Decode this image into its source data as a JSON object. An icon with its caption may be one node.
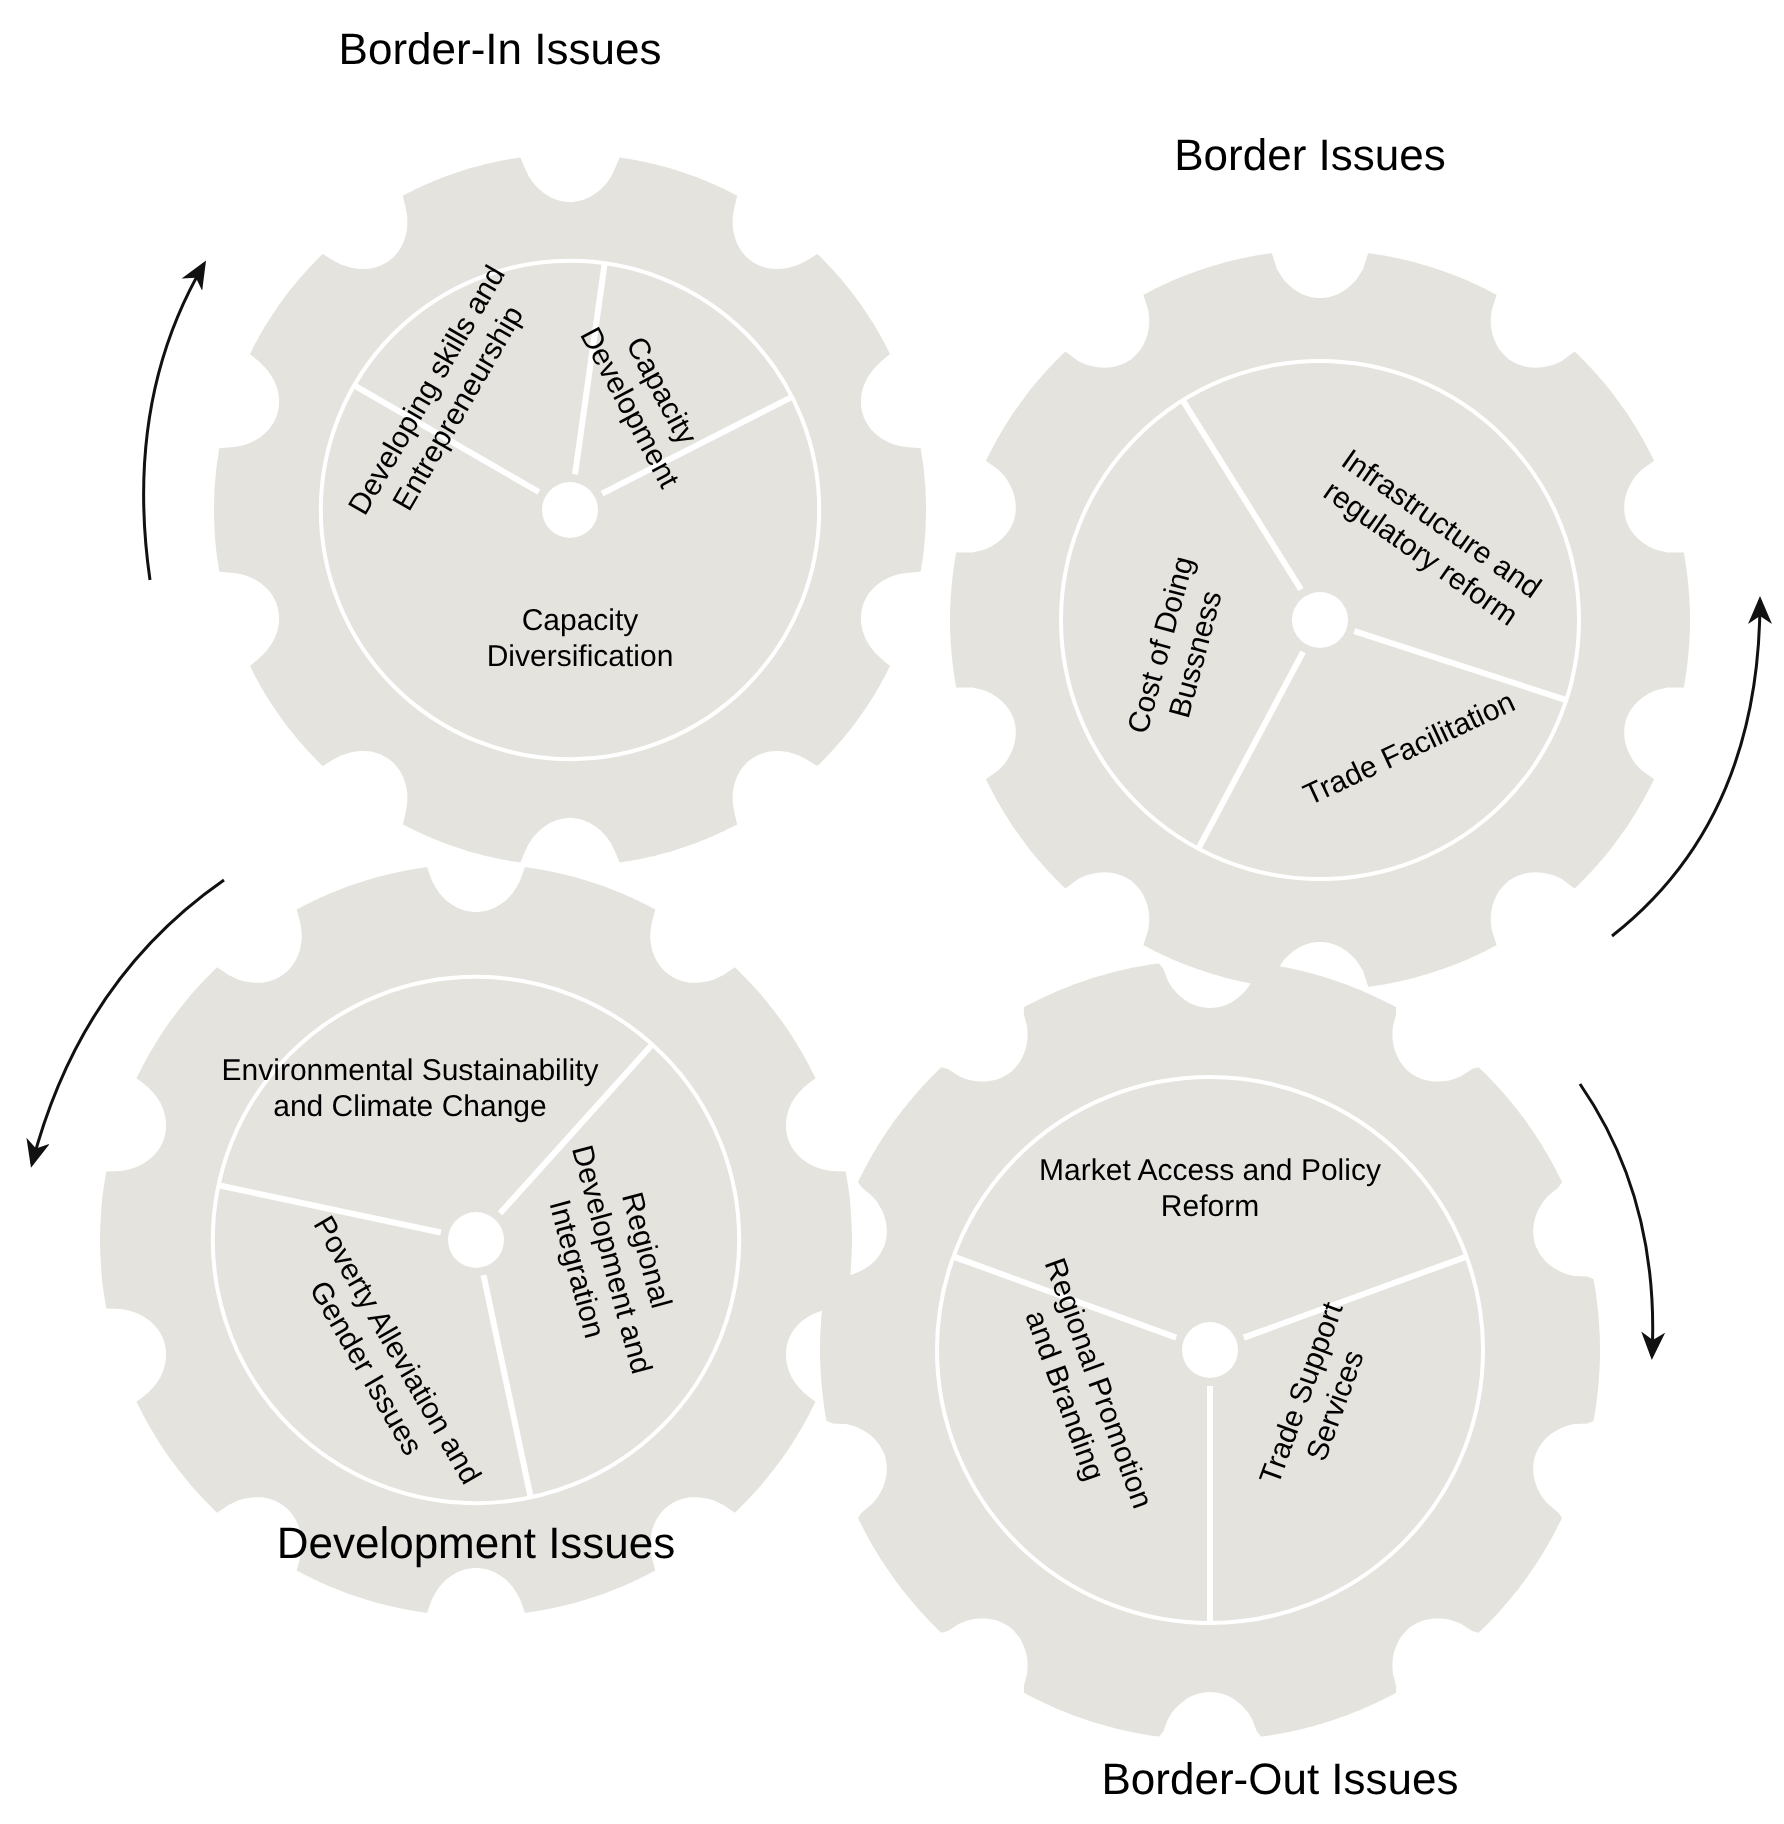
{
  "diagram": {
    "nodes": [
      {
        "text": [
          "Border-In Issues"
        ]
      },
      {
        "text": [
          "Developing skills and Entrepreneurship"
        ],
        "in": 0
      },
      {
        "text": [
          "Capacity Development"
        ],
        "in": 0
      },
      {
        "text": [
          "Capacity Diversification"
        ],
        "in": 0
      },
      {
        "text": [
          "Border Issues"
        ]
      },
      {
        "text": [
          "Infrastructure and regulatory reform"
        ],
        "in": 4
      },
      {
        "text": [
          "Cost of Doing Bussness"
        ],
        "in": 4
      },
      {
        "text": [
          "Trade Facilitation"
        ],
        "in": 4
      },
      {
        "text": [
          "Development Issues"
        ]
      },
      {
        "text": [
          "Environmental Sustainability and Climate Change"
        ],
        "in": 8
      },
      {
        "text": [
          "Poverty Alleviation and Gender Issues"
        ],
        "in": 8
      },
      {
        "text": [
          "Regional Development and Integration"
        ],
        "in": 8
      },
      {
        "text": [
          "Border-Out Issues"
        ]
      },
      {
        "text": [
          "Market Access and Policy Reform"
        ],
        "in": 12
      },
      {
        "text": [
          "Regional Promotion and Branding"
        ],
        "in": 12
      },
      {
        "text": [
          "Trade Support Services"
        ],
        "in": 12
      }
    ],
    "edges": []
  }
}
